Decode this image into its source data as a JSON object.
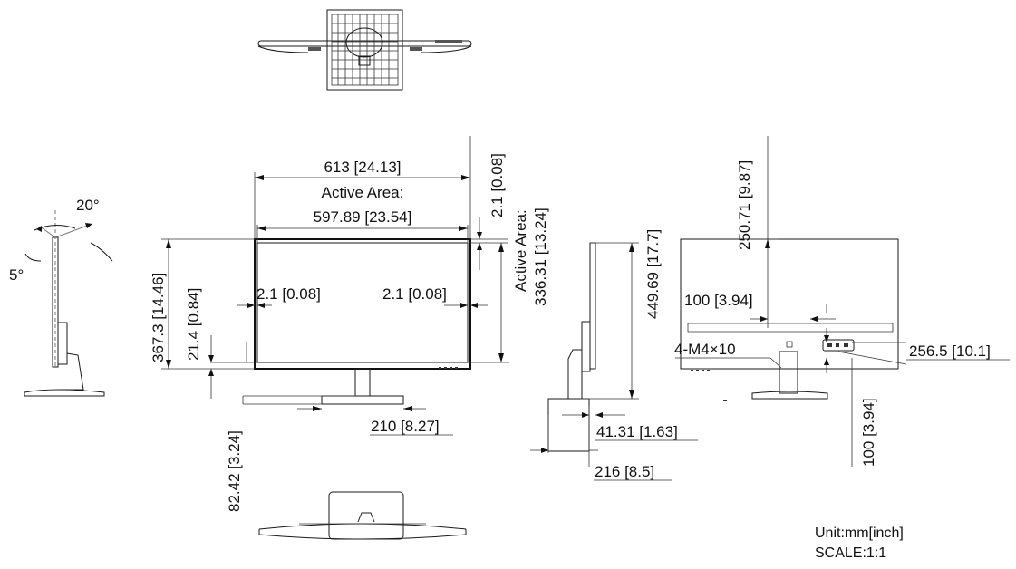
{
  "dimensions": {
    "overall_width": "613 [24.13]",
    "active_area_label": "Active Area:",
    "active_width": "597.89 [23.54]",
    "top_bezel": "2.1 [0.08]",
    "active_vertical_label": "Active Area:",
    "active_height": "336.31 [13.24]",
    "left_bezel": "2.1 [0.08]",
    "right_bezel": "2.1 [0.08]",
    "panel_height": "367.3 [14.46]",
    "bottom_bezel": "21.4 [0.84]",
    "neck_height": "82.42 [3.24]",
    "base_width_front": "210 [8.27]",
    "total_height": "449.69 [17.7]",
    "side_thickness": "41.31 [1.63]",
    "base_depth": "216 [8.5]",
    "vesa_top": "250.71 [9.87]",
    "vesa_horizontal": "100 [3.94]",
    "screw": "4-M4×10",
    "vesa_side": "256.5 [10.1]",
    "vesa_vertical": "100 [3.94]",
    "tilt_back": "20°",
    "tilt_forward": "5°"
  },
  "notes": {
    "unit": "Unit:mm[inch]",
    "scale": "SCALE:1:1"
  }
}
